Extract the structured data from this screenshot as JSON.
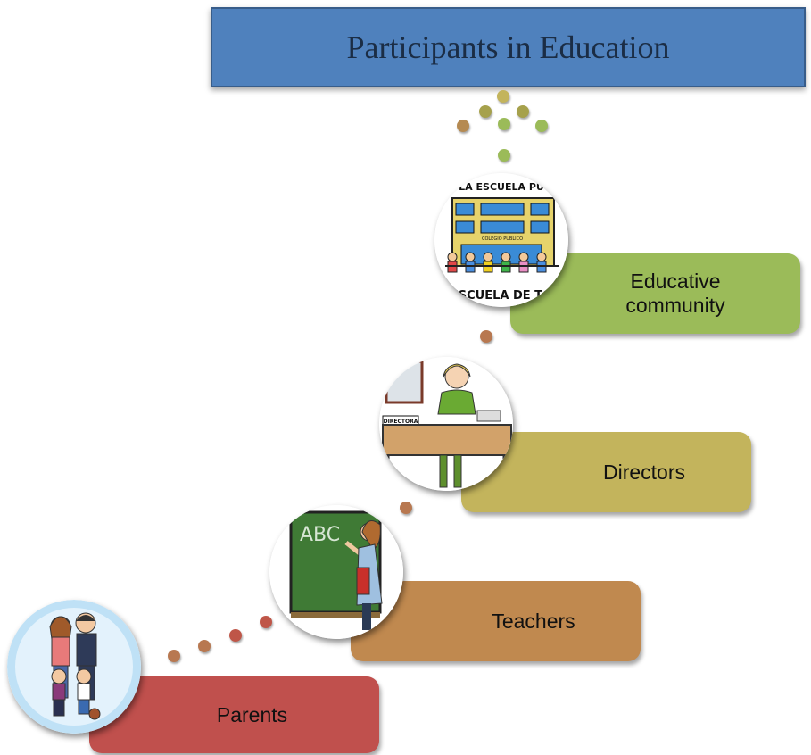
{
  "diagram": {
    "title": "Participants in Education",
    "steps": [
      {
        "label": "Educative community",
        "color": "#9bbb59",
        "picture": "school-building-illustration"
      },
      {
        "label": "Directors",
        "color": "#c3b45c",
        "picture": "director-at-desk-illustration"
      },
      {
        "label": "Teachers",
        "color": "#c0894f",
        "picture": "teacher-at-chalkboard-illustration"
      },
      {
        "label": "Parents",
        "color": "#c0504d",
        "picture": "family-illustration"
      }
    ],
    "picture_text": {
      "school_top": "LA ESCUELA PÚ",
      "school_sign": "COLEGIO PÚBLICO",
      "school_bottom": "ESCUELA DE TO",
      "director_sign": "DIRECTORA",
      "chalkboard": "ABC"
    },
    "colors": {
      "title_bg": "#4f81bd",
      "dot_green": "#9bbb59",
      "dot_olive": "#a6a14c",
      "dot_brown": "#b87850",
      "dot_red": "#bf5648"
    }
  }
}
